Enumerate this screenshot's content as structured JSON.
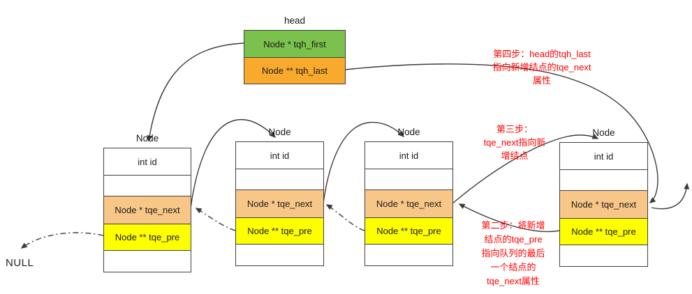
{
  "head": {
    "label": "head",
    "rows": [
      {
        "text": "Node * tqh_first"
      },
      {
        "text": "Node ** tqh_last"
      }
    ]
  },
  "nodes": [
    {
      "label": "Node",
      "rows": [
        "int id",
        "",
        "Node * tqe_next",
        "Node ** tqe_pre",
        ""
      ]
    },
    {
      "label": "Node",
      "rows": [
        "int id",
        "",
        "Node * tqe_next",
        "Node ** tqe_pre",
        ""
      ]
    },
    {
      "label": "Node",
      "rows": [
        "int id",
        "",
        "Node * tqe_next",
        "Node ** tqe_pre",
        ""
      ]
    },
    {
      "label": "Node",
      "rows": [
        "int id",
        "",
        "Node * tqe_next",
        "Node ** tqe_pre",
        ""
      ]
    }
  ],
  "null_label": "NULL",
  "annotations": {
    "step4": [
      "第四步：head的tqh_last",
      "指向新增结点的tqe_next",
      "属性"
    ],
    "step3": [
      "第三步：",
      "tqe_next指向新",
      "增结点"
    ],
    "step2": [
      "第二步：将新增",
      "结点的tqe_pre",
      "指向队列的最后",
      "一个结点的",
      "tqe_next属性"
    ]
  },
  "colors": {
    "green": "#7BC24C",
    "amber": "#F9A92C",
    "peach": "#F8C788",
    "yellow": "#FDFF00",
    "red": "#FF0000",
    "line": "#3B3B3B",
    "border": "#3F3F3F"
  }
}
